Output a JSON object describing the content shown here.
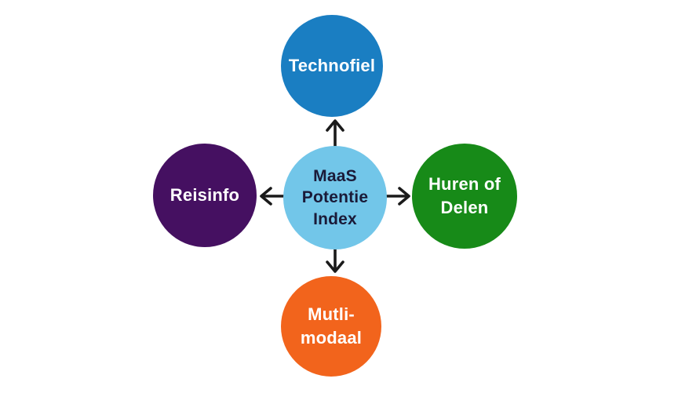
{
  "diagram": {
    "title": "MaaS Potentie Index diagram",
    "background_color": "#ffffff",
    "arrow_color": "#1a1a1a",
    "center": {
      "label": "MaaS\nPotentie\nIndex",
      "fill": "#72c6e9",
      "text_color": "#1a1a38"
    },
    "nodes": [
      {
        "id": "technofiel",
        "label": "Technofiel",
        "fill": "#1a7ec2",
        "text_color": "#ffffff",
        "position": "top"
      },
      {
        "id": "huren-of-delen",
        "label": "Huren of\nDelen",
        "fill": "#178a18",
        "text_color": "#ffffff",
        "position": "right"
      },
      {
        "id": "mutli-modaal",
        "label": "Mutli-\nmodaal",
        "fill": "#f2641c",
        "text_color": "#ffffff",
        "position": "bottom"
      },
      {
        "id": "reisinfo",
        "label": "Reisinfo",
        "fill": "#451061",
        "text_color": "#ffffff",
        "position": "left"
      }
    ],
    "arrows": [
      {
        "direction": "up"
      },
      {
        "direction": "right"
      },
      {
        "direction": "down"
      },
      {
        "direction": "left"
      }
    ]
  }
}
